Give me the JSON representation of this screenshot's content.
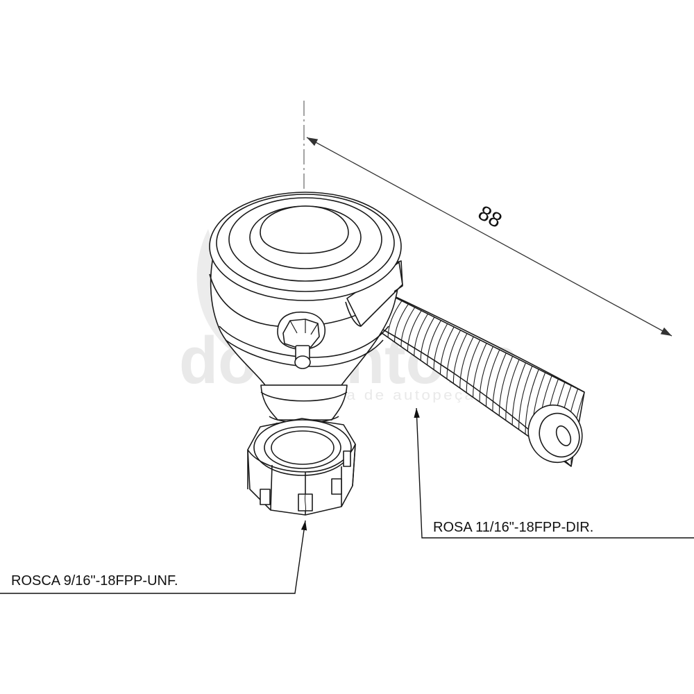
{
  "dimension": {
    "value": "88"
  },
  "callouts": {
    "thread_shank": "ROSA 11/16\"-18FPP-DIR.",
    "thread_stud": "ROSCA 9/16\"-18FPP-UNF."
  },
  "watermark": {
    "brand": "dolsantona",
    "tagline": "indústria de autopeças"
  },
  "colors": {
    "line": "#1a1a1a",
    "watermark": "#e9e9e9",
    "background": "#ffffff"
  }
}
